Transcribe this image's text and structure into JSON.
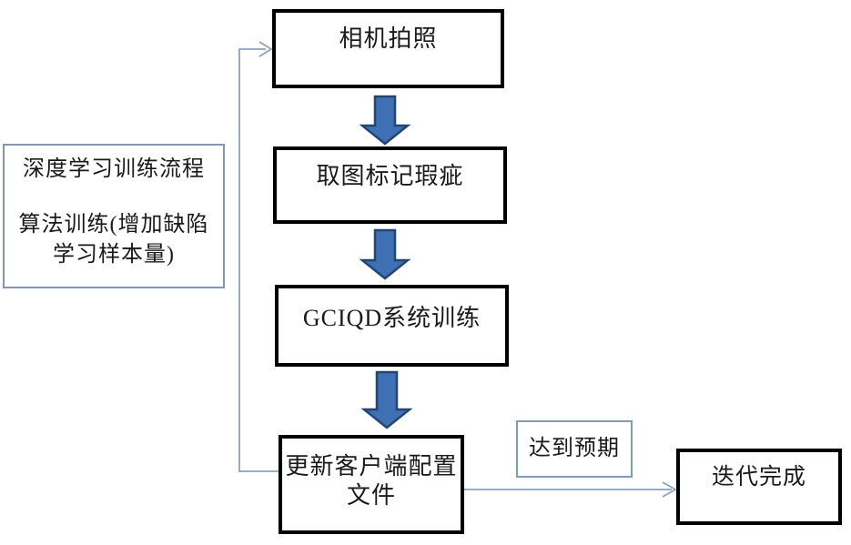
{
  "flowchart": {
    "nodes": {
      "camera": {
        "label": "相机拍照"
      },
      "mark_defects": {
        "label": "取图标记瑕疵"
      },
      "system_training": {
        "label": "GCIQD系统训练"
      },
      "update_config": {
        "line1": "更新客户端配置",
        "line2": "文件"
      },
      "process_note": {
        "line1": "深度学习训练流程",
        "line2": "算法训练(增加缺陷",
        "line3": "学习样本量)"
      },
      "expected_label": {
        "label": "达到预期"
      },
      "iteration_done": {
        "label": "迭代完成"
      }
    },
    "colors": {
      "node_border": "#000000",
      "note_border": "#8296b4",
      "label_border": "#7f9cbe",
      "connector": "#8aa2c0",
      "block_arrow_fill": "#3f6fb5",
      "block_arrow_stroke": "#24456e",
      "text": "#1a1a1a",
      "background": "#ffffff"
    }
  }
}
